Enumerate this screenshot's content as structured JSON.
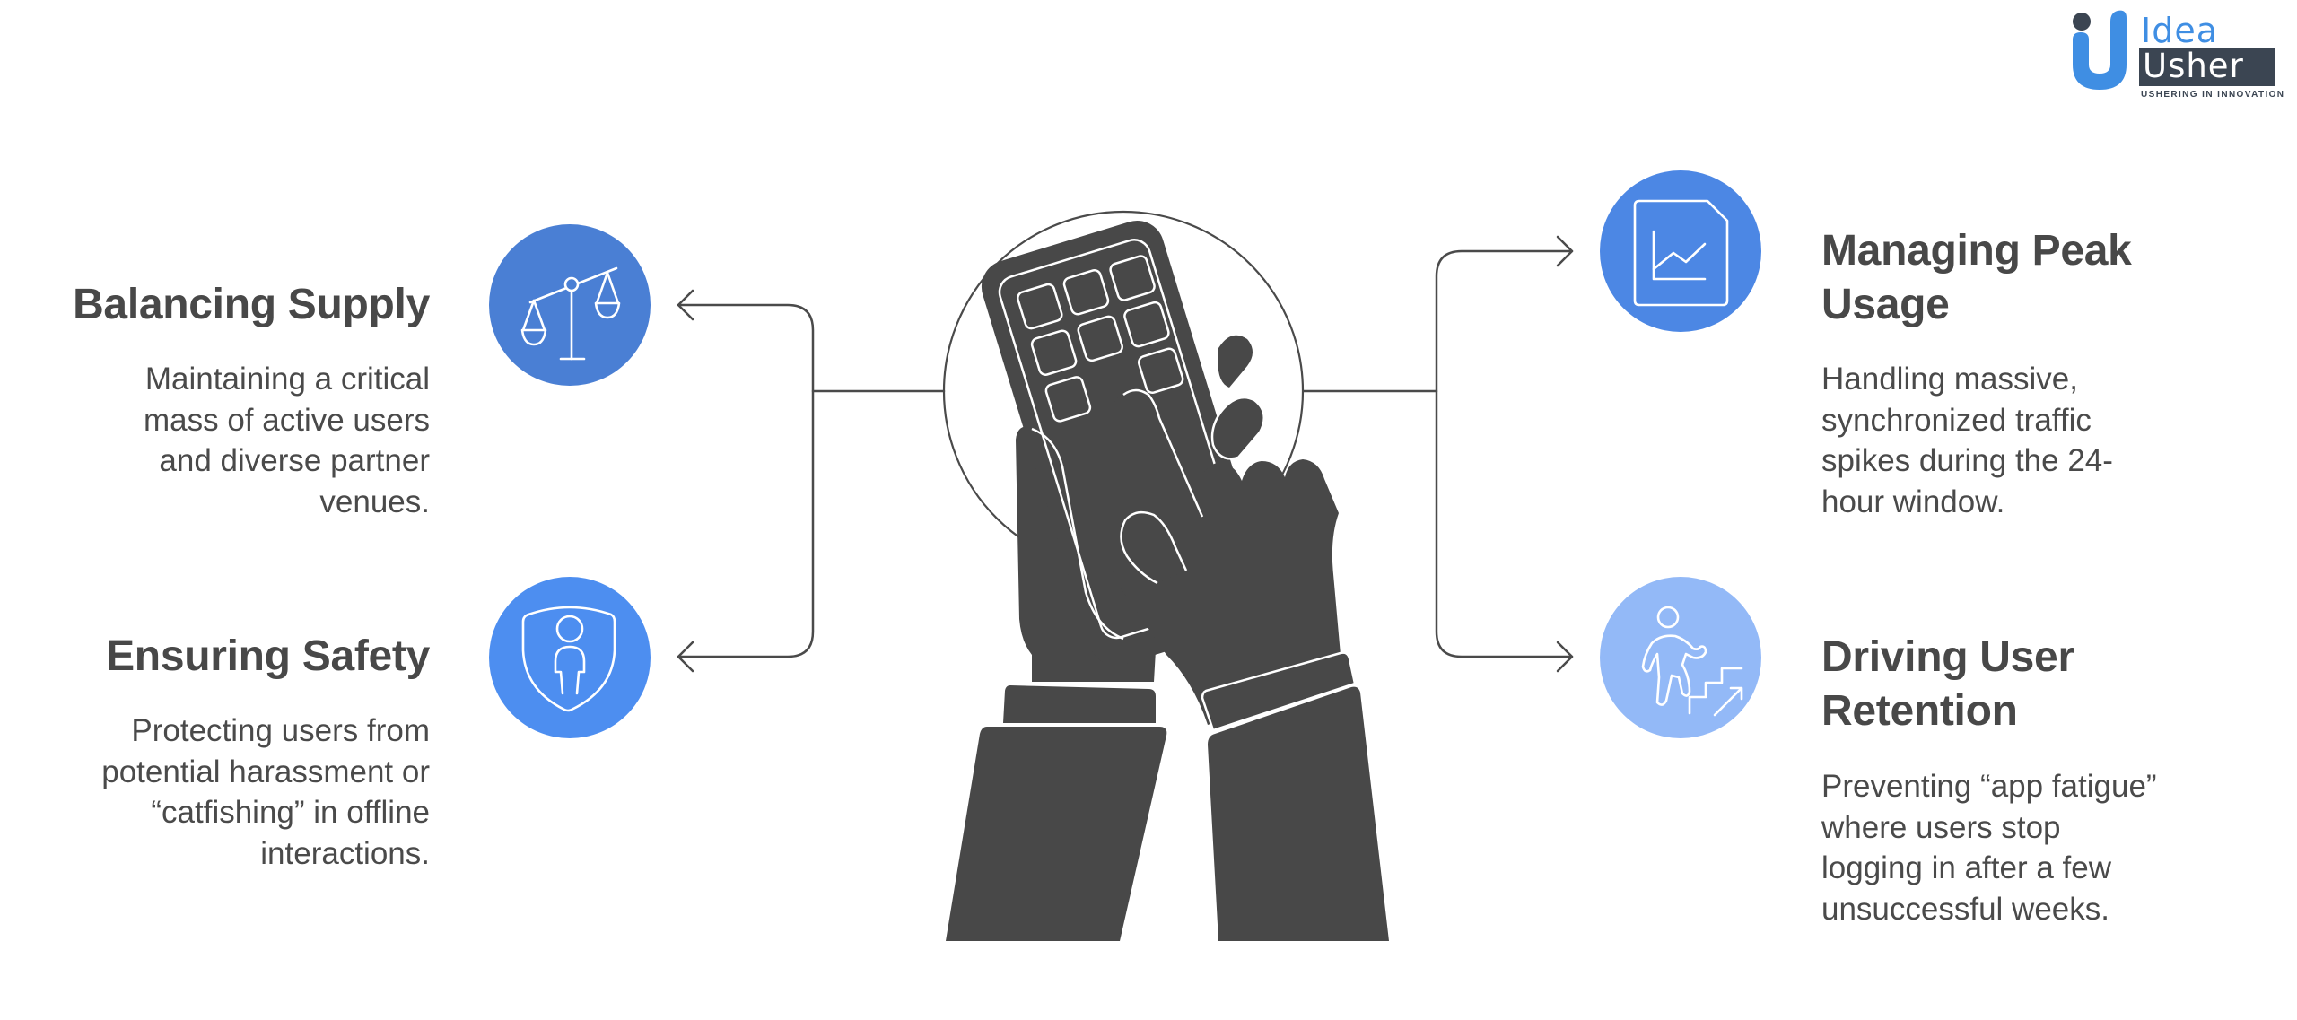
{
  "logo": {
    "word1": "Idea",
    "word2": "Usher",
    "tagline": "USHERING IN INNOVATION",
    "colors": {
      "primary": "#3f8ee3",
      "dark": "#3b4552"
    }
  },
  "center": {
    "illustration": "hands-holding-phone-keypad",
    "colors": {
      "fill": "#484848",
      "outline": "#4a4a4a"
    }
  },
  "items": [
    {
      "id": "balancing-supply",
      "side": "left",
      "title": "Balancing Supply",
      "description_lines": [
        "Maintaining a critical",
        "mass of active users",
        "and diverse partner",
        "venues."
      ],
      "icon": "scales-icon",
      "color": "#4a7fd4"
    },
    {
      "id": "ensuring-safety",
      "side": "left",
      "title": "Ensuring Safety",
      "description_lines": [
        "Protecting users from",
        "potential harassment or",
        "“catfishing” in offline",
        "interactions."
      ],
      "icon": "shield-person-icon",
      "color": "#4d8ef0"
    },
    {
      "id": "managing-peak-usage",
      "side": "right",
      "title_lines": [
        "Managing Peak",
        "Usage"
      ],
      "description_lines": [
        "Handling massive,",
        "synchronized traffic",
        "spikes during the 24-",
        "hour window."
      ],
      "icon": "document-chart-icon",
      "color": "#4c87e4"
    },
    {
      "id": "driving-user-retention",
      "side": "right",
      "title_lines": [
        "Driving User",
        "Retention"
      ],
      "description_lines": [
        "Preventing “app fatigue”",
        "where users stop",
        "logging in after a few",
        "unsuccessful weeks."
      ],
      "icon": "person-climbing-stairs-icon",
      "color": "#93b9f7"
    }
  ]
}
